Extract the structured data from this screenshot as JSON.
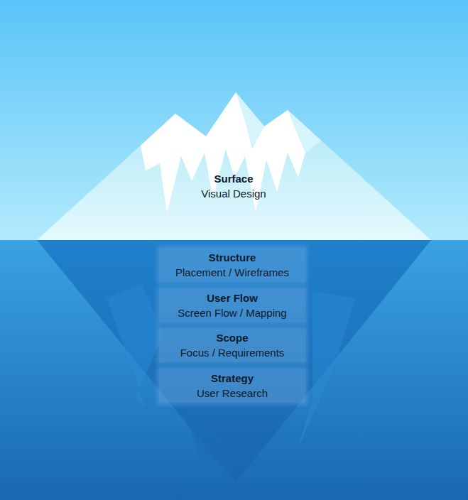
{
  "diagram": {
    "nodes": [
      {
        "text": [
          "Surface",
          "Visual Design"
        ]
      },
      {
        "text": [
          "Structure",
          "Placement / Wireframes"
        ]
      },
      {
        "text": [
          "User Flow",
          "Screen Flow / Mapping"
        ]
      },
      {
        "text": [
          "Scope",
          "Focus / Requirements"
        ]
      },
      {
        "text": [
          "Strategy",
          "User Research"
        ]
      }
    ]
  }
}
